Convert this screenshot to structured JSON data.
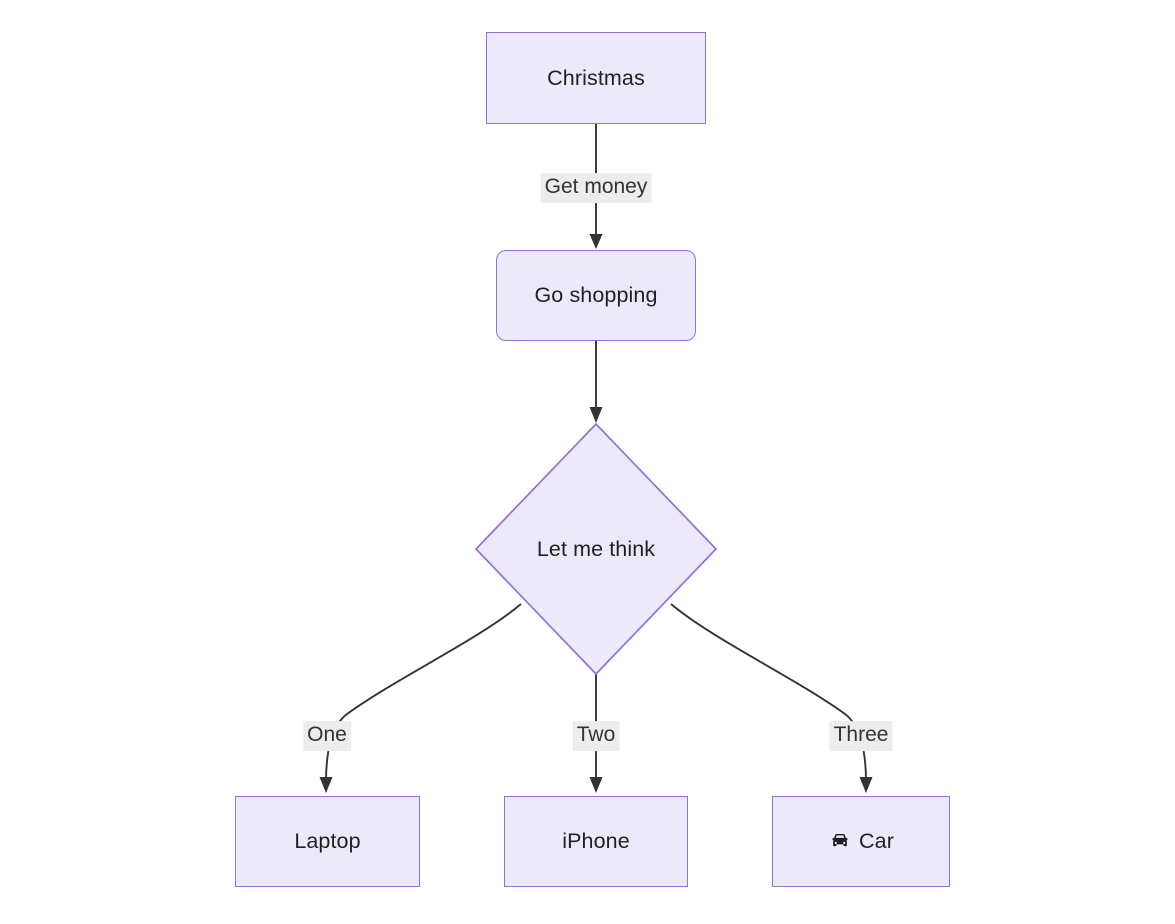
{
  "diagram": {
    "type": "flowchart",
    "direction": "top-down",
    "background_color": "#ffffff",
    "node_fill_color": "#ece9fb",
    "node_border_color": "#9370db",
    "edge_color": "#333333",
    "edge_label_background": "#ededed",
    "text_color": "#1f2020",
    "nodes": [
      {
        "id": "christmas",
        "label": "Christmas",
        "shape": "rectangle"
      },
      {
        "id": "go_shopping",
        "label": "Go shopping",
        "shape": "rounded-rectangle"
      },
      {
        "id": "let_me_think",
        "label": "Let me think",
        "shape": "diamond"
      },
      {
        "id": "laptop",
        "label": "Laptop",
        "shape": "rectangle"
      },
      {
        "id": "iphone",
        "label": "iPhone",
        "shape": "rectangle"
      },
      {
        "id": "car",
        "label": "Car",
        "shape": "rectangle",
        "icon": "car-icon"
      }
    ],
    "edges": [
      {
        "from": "christmas",
        "to": "go_shopping",
        "label": "Get money"
      },
      {
        "from": "go_shopping",
        "to": "let_me_think",
        "label": ""
      },
      {
        "from": "let_me_think",
        "to": "laptop",
        "label": "One"
      },
      {
        "from": "let_me_think",
        "to": "iphone",
        "label": "Two"
      },
      {
        "from": "let_me_think",
        "to": "car",
        "label": "Three"
      }
    ]
  }
}
